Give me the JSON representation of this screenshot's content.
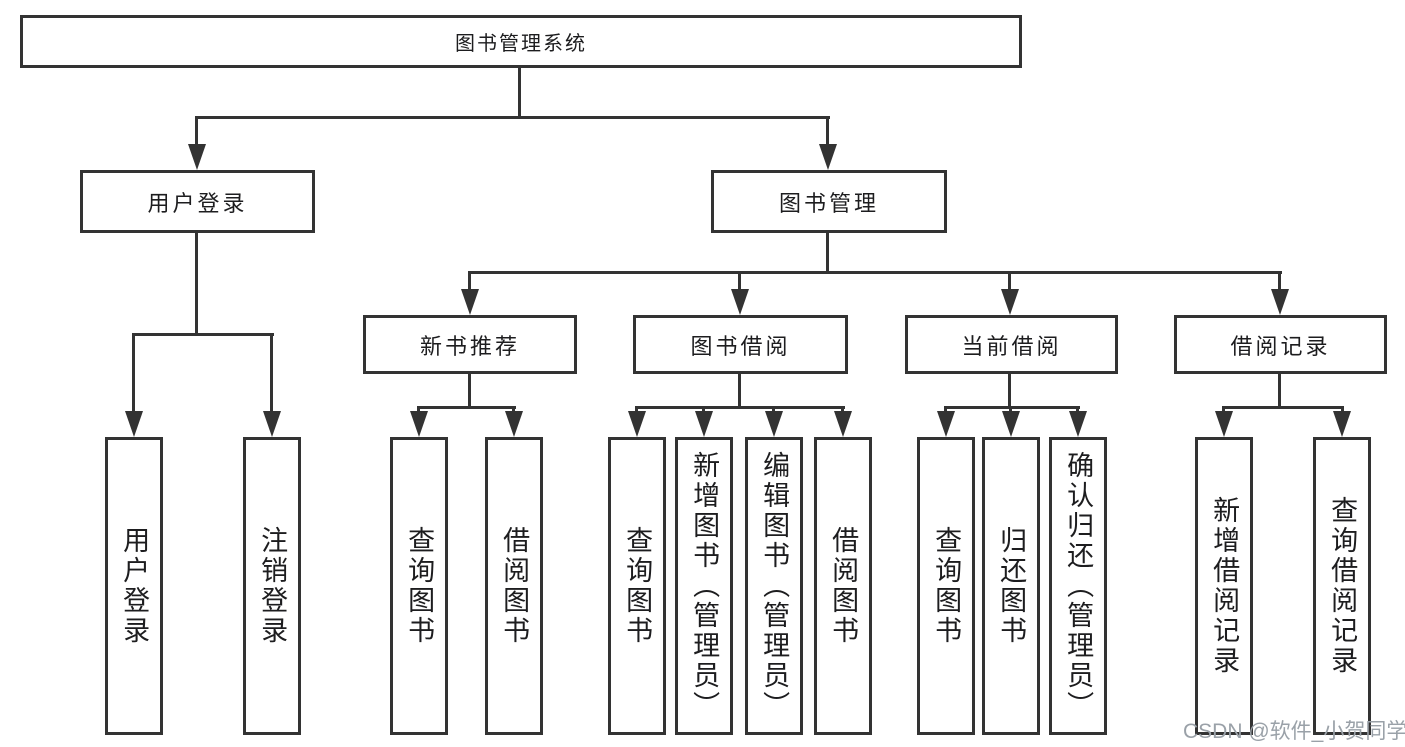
{
  "nodes": {
    "root": "图书管理系统",
    "user_login": "用户登录",
    "book_management": "图书管理",
    "new_book_recommend": "新书推荐",
    "book_borrowing": "图书借阅",
    "current_borrowing": "当前借阅",
    "borrowing_records": "借阅记录",
    "ul_user_login": "用户登录",
    "ul_logout": "注销登录",
    "nbr_query_books": "查询图书",
    "nbr_borrow_books": "借阅图书",
    "bb_query_books": "查询图书",
    "bb_add_books": "新增图书（管理员）",
    "bb_edit_books": "编辑图书（管理员）",
    "bb_borrow_books": "借阅图书",
    "cb_query_books": "查询图书",
    "cb_return_books": "归还图书",
    "cb_confirm_return": "确认归还（管理员）",
    "br_add_record": "新增借阅记录",
    "br_query_record": "查询借阅记录"
  },
  "watermark": "CSDN @软件_小贺同学",
  "colors": {
    "line": "#333333",
    "text": "#1d1d1f",
    "wm": "#9aa1a8",
    "bg": "#ffffff"
  }
}
